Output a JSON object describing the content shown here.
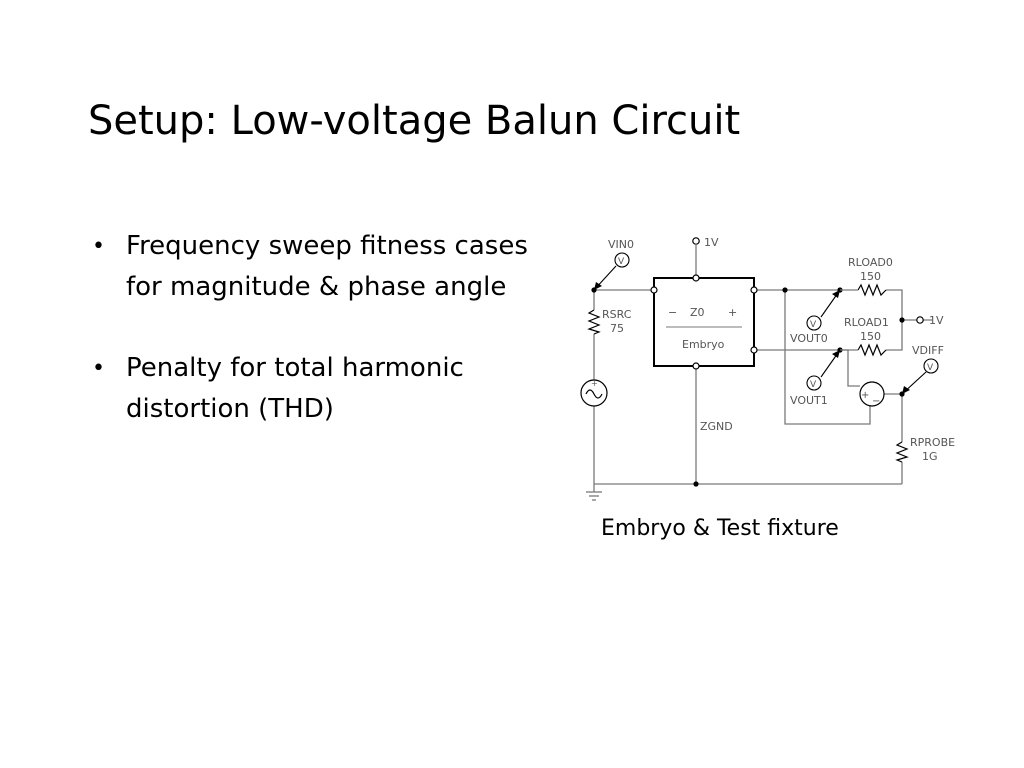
{
  "slide": {
    "title": "Setup: Low-voltage Balun Circuit",
    "bullets": [
      {
        "marker": "•",
        "text": "Frequency sweep fitness cases for magnitude & phase angle"
      },
      {
        "marker": "•",
        "text": "Penalty for total harmonic distortion (THD)"
      }
    ],
    "caption": "Embryo & Test fixture"
  },
  "diagram": {
    "labels": {
      "vin0": "VIN0",
      "v_symbol": "V",
      "supply_top": "1V",
      "supply_right": "1V",
      "rsrc": "RSRC",
      "rsrc_value": "75",
      "z0_minus": "−",
      "z0": "Z0",
      "z0_plus": "+",
      "embryo": "Embryo",
      "zgnd": "ZGND",
      "rload0": "RLOAD0",
      "rload0_value": "150",
      "rload1": "RLOAD1",
      "rload1_value": "150",
      "vout0": "VOUT0",
      "vout1": "VOUT1",
      "vdiff": "VDIFF",
      "rprobe": "RPROBE",
      "rprobe_value": "1G",
      "opamp_plus": "+",
      "opamp_minus": "−"
    },
    "colors": {
      "wire": "#7a7a7a",
      "component": "#000000",
      "label": "#555555"
    }
  }
}
